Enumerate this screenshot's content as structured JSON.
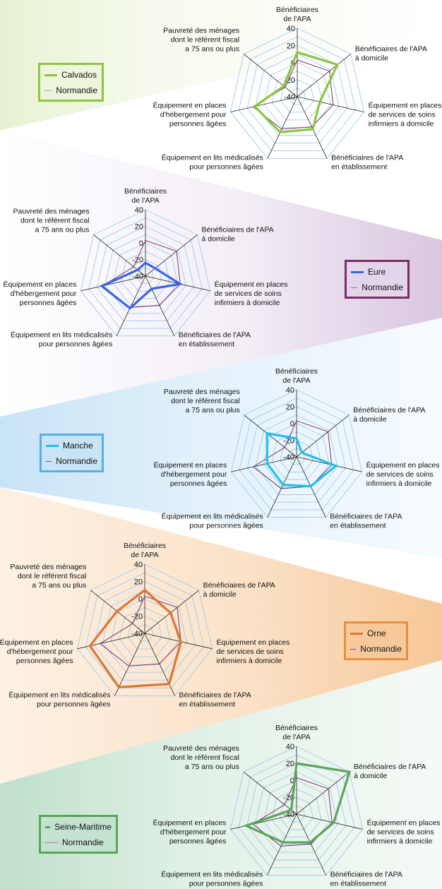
{
  "chart_data": [
    {
      "type": "radar",
      "title": "",
      "axes": [
        "Bénéficiaires de l'APA",
        "Bénéficiaires de l'APA à domicile",
        "Équipement en places de services de soins infirmiers à domicile",
        "Bénéficiaires de l'APA en établissement",
        "Équipement en lits médicalisés pour personnes âgées",
        "Équipement en places d'hébergement pour personnes âgées",
        "Pauvreté des ménages dont le référent fiscal a 75 ans ou plus"
      ],
      "axis_label_lines": [
        [
          "Bénéficiaires",
          "de l'APA"
        ],
        [
          "Bénéficiaires de l'APA",
          "à domicile"
        ],
        [
          "Équipement en places",
          "de services de soins",
          "infirmiers à domicile"
        ],
        [
          "Bénéficiaires de l'APA",
          "en établissement"
        ],
        [
          "Équipement en lits médicalisés",
          "pour personnes âgées"
        ],
        [
          "Équipement en places",
          "d'hébergement pour",
          "personnes âgées"
        ],
        [
          "Pauvreté des ménages",
          "dont le référent fiscal",
          "a 75 ans ou plus"
        ]
      ],
      "rlim": [
        -40,
        40
      ],
      "ticks": [
        "40",
        "20",
        "0",
        "-20",
        "-40"
      ],
      "legend_position": "left",
      "series": [
        {
          "name": "Calvados",
          "color": "#8cc63f",
          "values": [
            12,
            20,
            -13,
            2,
            6,
            11,
            -20
          ]
        },
        {
          "name": "Normandie",
          "color": "#7b2d6b",
          "values": [
            3,
            8,
            3,
            -1,
            2,
            13,
            -22
          ]
        }
      ]
    },
    {
      "type": "radar",
      "axes_ref": 0,
      "rlim": [
        -40,
        40
      ],
      "ticks": [
        "40",
        "20",
        "0",
        "-20",
        "-40"
      ],
      "legend_position": "right",
      "series": [
        {
          "name": "Eure",
          "color": "#3b63e8",
          "values": [
            -24,
            -25,
            3,
            -23,
            3,
            14,
            -28
          ]
        },
        {
          "name": "Normandie",
          "color": "#7b2d6b",
          "values": [
            3,
            8,
            3,
            -1,
            2,
            13,
            -22
          ]
        }
      ]
    },
    {
      "type": "radar",
      "axes_ref": 0,
      "rlim": [
        -40,
        40
      ],
      "ticks": [
        "40",
        "20",
        "0",
        "-20",
        "-40"
      ],
      "legend_position": "left",
      "series": [
        {
          "name": "Manche",
          "color": "#1ec2ee",
          "values": [
            -18,
            -32,
            8,
            -1,
            -3,
            -4,
            5
          ]
        },
        {
          "name": "Normandie",
          "color": "#7b2d6b",
          "values": [
            3,
            8,
            3,
            -1,
            2,
            13,
            -22
          ]
        }
      ]
    },
    {
      "type": "radar",
      "axes_ref": 0,
      "rlim": [
        -40,
        40
      ],
      "ticks": [
        "40",
        "20",
        "0",
        "-20",
        "-40"
      ],
      "legend_position": "right",
      "series": [
        {
          "name": "Orne",
          "color": "#dc7632",
          "values": [
            10,
            -2,
            3,
            25,
            29,
            25,
            1
          ]
        },
        {
          "name": "Normandie",
          "color": "#7b2d6b",
          "values": [
            3,
            8,
            3,
            -1,
            2,
            13,
            -22
          ]
        }
      ]
    },
    {
      "type": "radar",
      "axes_ref": 0,
      "rlim": [
        -40,
        40
      ],
      "ticks": [
        "40",
        "20",
        "0",
        "-20",
        "-40"
      ],
      "legend_position": "left",
      "series": [
        {
          "name": "Seine-Maritime",
          "color": "#5aa65a",
          "values": [
            20,
            40,
            5,
            -3,
            -3,
            21,
            -32
          ]
        },
        {
          "name": "Normandie",
          "color": "#7b2d6b",
          "values": [
            3,
            8,
            3,
            -1,
            2,
            13,
            -22
          ]
        }
      ]
    }
  ],
  "legends": [
    {
      "department": "Calvados",
      "reference": "Normandie",
      "border": "#8cc63f",
      "fill": "#edf5dc",
      "ref_color": "#c890a8"
    },
    {
      "department": "Eure",
      "reference": "Normandie",
      "border": "#7a2d66",
      "fill": "#e3d6ea",
      "ref_color": "#a8708e"
    },
    {
      "department": "Manche",
      "reference": "Normandie",
      "border": "#5aaee6",
      "fill": "#c9e4f6",
      "ref_color": "#8d3e80"
    },
    {
      "department": "Orne",
      "reference": "Normandie",
      "border": "#e8903e",
      "fill": "#f7c99a",
      "ref_color": "#8d3e80"
    },
    {
      "department": "Seine-Maritime",
      "reference": "Normandie",
      "border": "#5aa65a",
      "fill": "#c3e3d0",
      "ref_color": "#a8809a"
    }
  ],
  "colors": {
    "grid": "#9fcbee",
    "spoke": "#222222"
  }
}
